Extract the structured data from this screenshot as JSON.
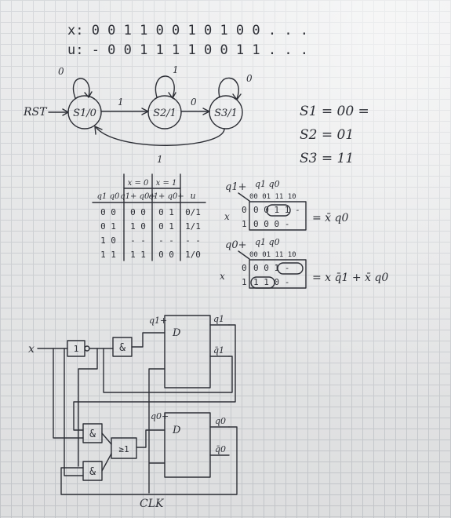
{
  "sequences": {
    "x_line": "x: 0 0 1 1 0 0 1 0 1 0 0 . . .",
    "u_line": "u: - 0 0 1 1 1 1 0 0 1 1 . . ."
  },
  "state_diagram": {
    "reset_label": "RST",
    "states": [
      {
        "id": "s1",
        "label": "S1/0"
      },
      {
        "id": "s2",
        "label": "S2/1"
      },
      {
        "id": "s3",
        "label": "S3/1"
      }
    ],
    "edges": {
      "s1_self": "0",
      "s2_self": "1",
      "s3_self": "0",
      "s1_to_s2": "1",
      "s2_to_s3": "0",
      "s3_to_s1": "1"
    }
  },
  "encoding": {
    "s1": "S1 = 00 =",
    "s2": "S2 = 01",
    "s3": "S3 = 11"
  },
  "transition_table": {
    "group_x0": "x = 0",
    "group_x1": "x = 1",
    "headers": [
      "q1 q0",
      "q1+ q0+",
      "q1+ q0+",
      "u"
    ],
    "rows": [
      [
        "0 0",
        "0 0",
        "0 1",
        "0/1"
      ],
      [
        "0 1",
        "1 0",
        "0 1",
        "1/1"
      ],
      [
        "1 0",
        "- -",
        "- -",
        "- -"
      ],
      [
        "1 1",
        "1 1",
        "0 0",
        "1/0"
      ]
    ]
  },
  "kmap_q1": {
    "title": "q1+",
    "col_vars": "q1 q0",
    "row_var": "x",
    "col_headers": "00 01 11 10",
    "rows": [
      {
        "label": "0",
        "cells": "0 0 1 1 -"
      },
      {
        "label": "1",
        "cells": "0 0 0 -"
      }
    ],
    "result": "= x̄ q0"
  },
  "kmap_q0": {
    "title": "q0+",
    "col_vars": "q1 q0",
    "row_var": "x",
    "col_headers": "00 01 11 10",
    "rows": [
      {
        "label": "0",
        "cells": "0 0 1 -"
      },
      {
        "label": "1",
        "cells": "1 1 0 -"
      }
    ],
    "result": "= x q̄1 + x̄ q0"
  },
  "circuit": {
    "input_label": "x",
    "clock_label": "CLK",
    "not_gate": "1",
    "and_gate": "&",
    "or_gate": "≥1",
    "ff_d": "D",
    "q1_in": "q1+",
    "q0_in": "q0+",
    "q1_out": "q1",
    "q1_bar": "q̄1",
    "q0_out": "q0",
    "q0_bar": "q̄0"
  }
}
